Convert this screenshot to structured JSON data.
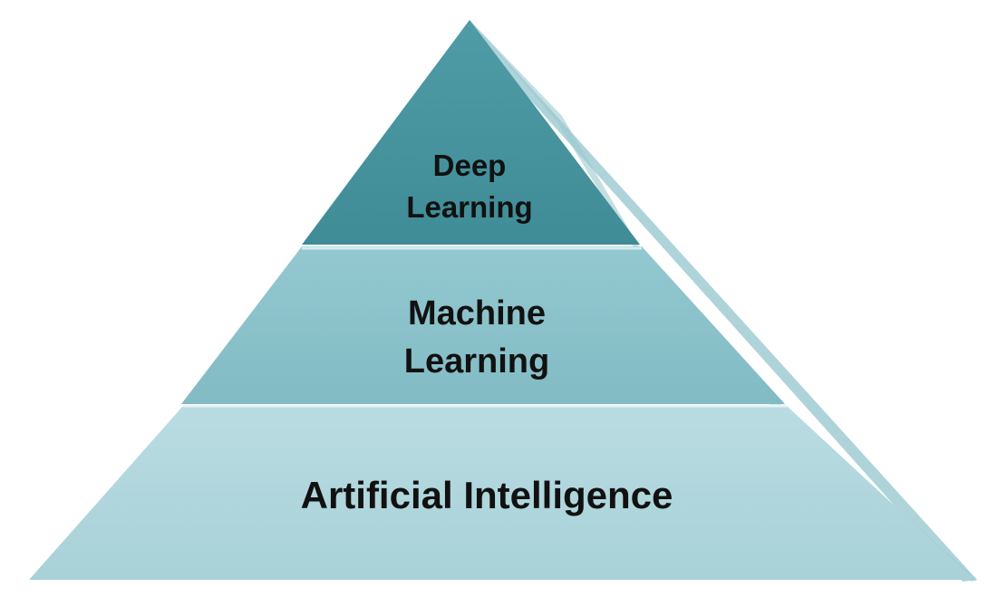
{
  "layers": [
    {
      "id": "top",
      "lines": [
        "Deep",
        "Learning"
      ],
      "fill": "#4a95a0",
      "edge": "#3a7f8a"
    },
    {
      "id": "middle",
      "lines": [
        "Machine",
        "Learning"
      ],
      "fill": "#8cc3cc",
      "edge": "#76afb9"
    },
    {
      "id": "bottom",
      "lines": [
        "Artificial Intelligence"
      ],
      "fill": "#b5d9df",
      "edge": "#9cc8cf"
    }
  ],
  "colors": {
    "side_face": "#a9d1d7",
    "side_face_dark": "#98c6cd",
    "text": "#111111"
  }
}
